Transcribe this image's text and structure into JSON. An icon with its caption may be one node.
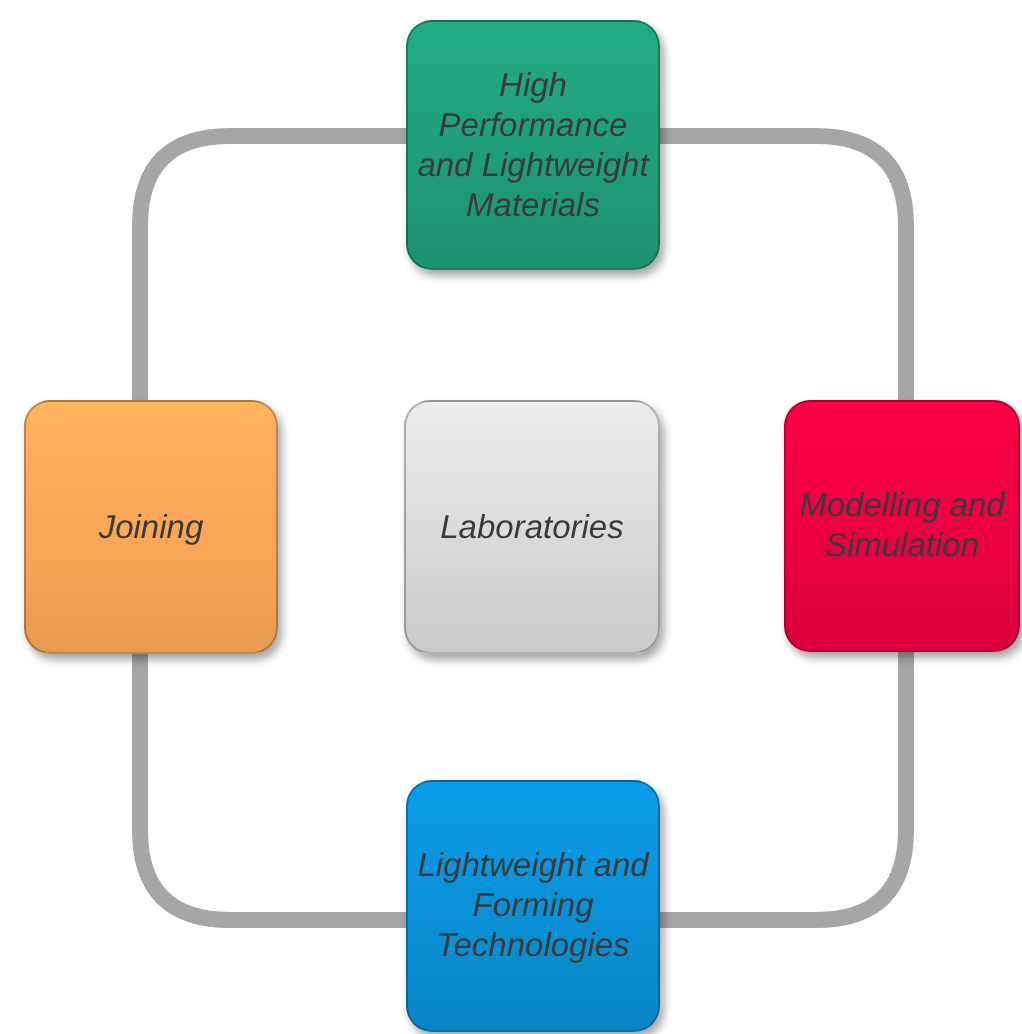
{
  "diagram": {
    "nodes": [
      {
        "text": [
          "High Performance and Lightweight Materials"
        ]
      },
      {
        "text": [
          "Joining"
        ]
      },
      {
        "text": [
          "Laboratories"
        ]
      },
      {
        "text": [
          "Modelling and Simulation"
        ]
      },
      {
        "text": [
          "Lightweight and Forming Technologies"
        ]
      }
    ],
    "edges": [
      {
        "from": 0,
        "to": 3,
        "arrow": "none"
      },
      {
        "from": 3,
        "to": 4,
        "arrow": "none"
      },
      {
        "from": 4,
        "to": 1,
        "arrow": "none"
      },
      {
        "from": 1,
        "to": 0,
        "arrow": "none"
      }
    ]
  }
}
